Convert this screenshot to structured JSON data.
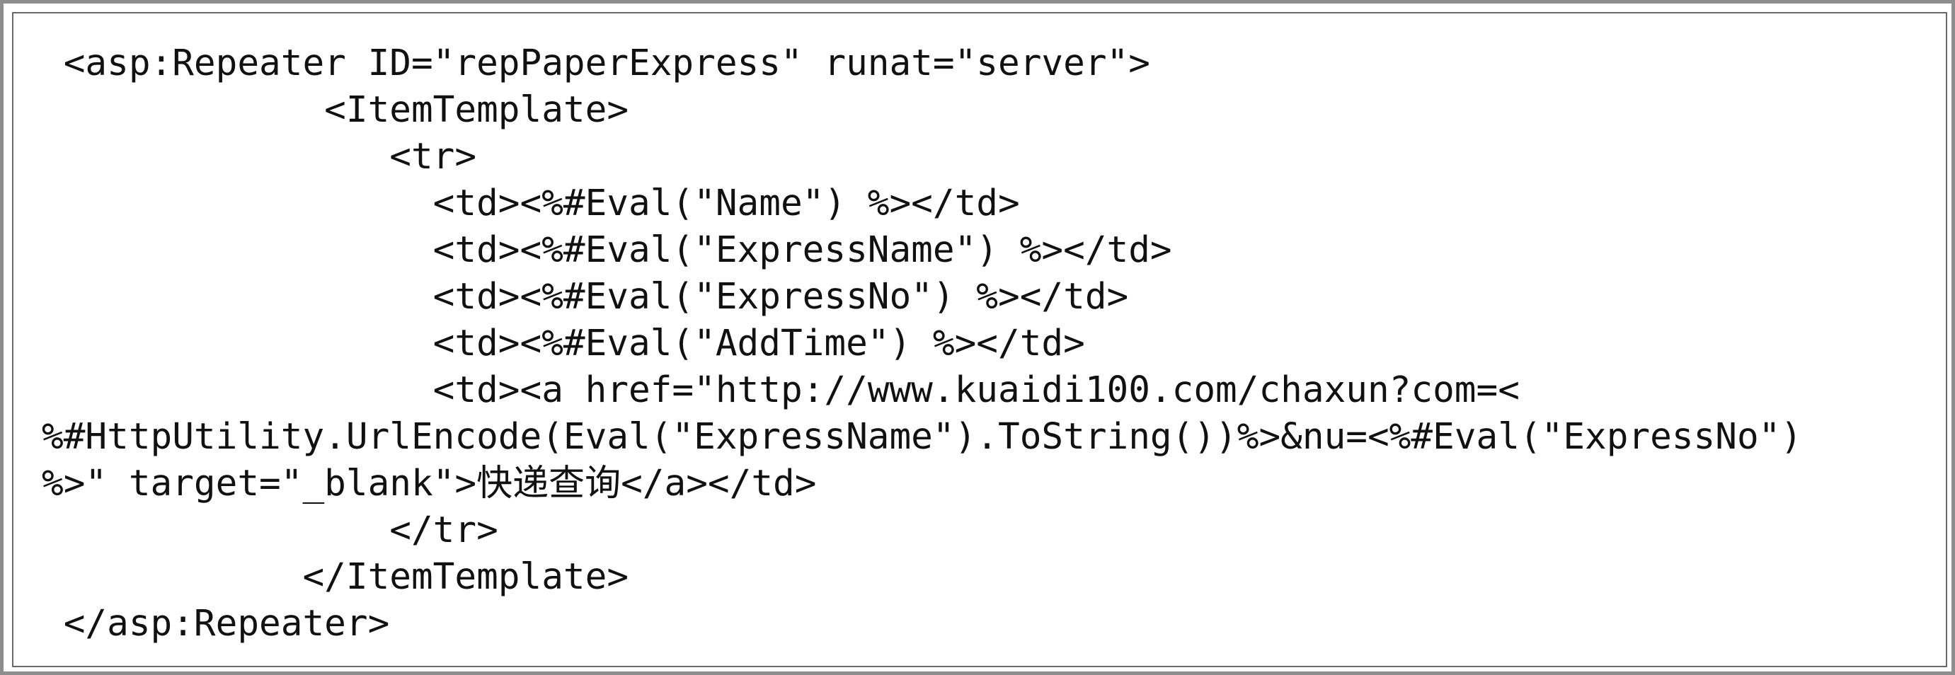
{
  "code_lines": [
    " <asp:Repeater ID=\"repPaperExpress\" runat=\"server\">",
    "             <ItemTemplate>",
    "                <tr>",
    "                  <td><%#Eval(\"Name\") %></td>",
    "                  <td><%#Eval(\"ExpressName\") %></td>",
    "                  <td><%#Eval(\"ExpressNo\") %></td>",
    "                  <td><%#Eval(\"AddTime\") %></td>",
    "                  <td><a href=\"http://www.kuaidi100.com/chaxun?com=<",
    "%#HttpUtility.UrlEncode(Eval(\"ExpressName\").ToString())%>&nu=<%#Eval(\"ExpressNo\")",
    "%>\" target=\"_blank\">快递查询</a></td>",
    "                </tr>",
    "            </ItemTemplate>",
    " </asp:Repeater>"
  ]
}
